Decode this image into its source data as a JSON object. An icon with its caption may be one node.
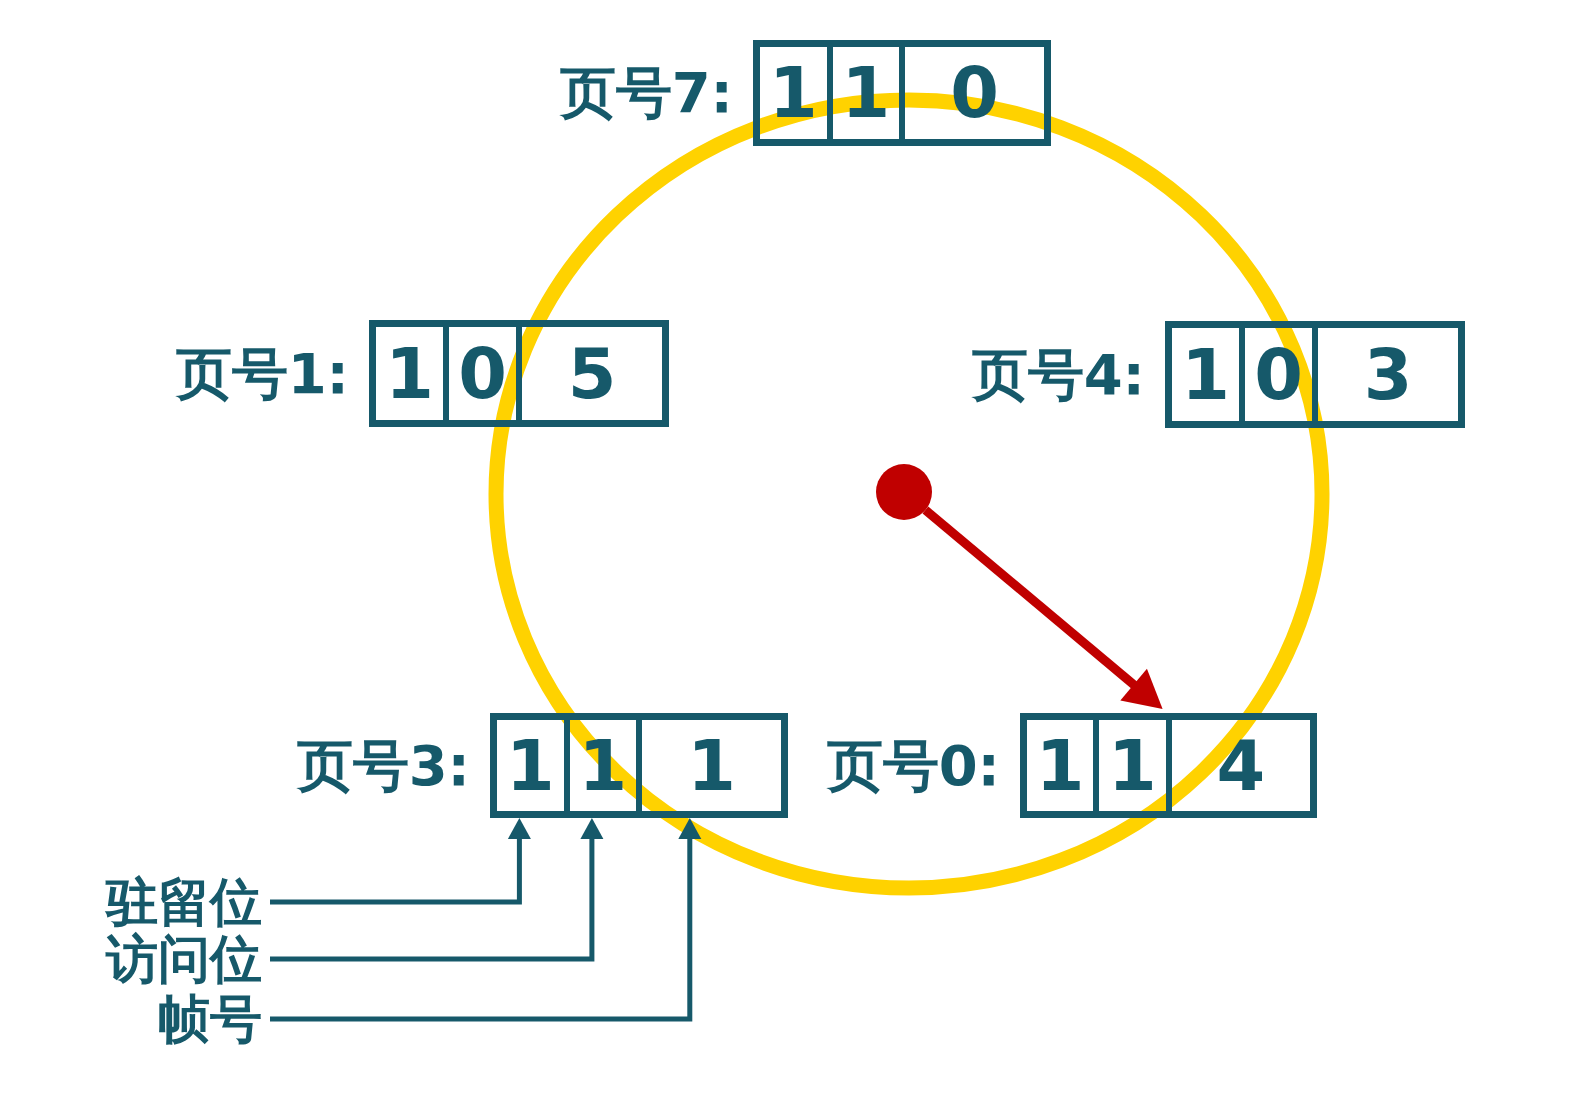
{
  "diagram": {
    "nodes": [
      {
        "text": [
          "页号7:"
        ]
      },
      {
        "text": [
          "1"
        ],
        "in": 0
      },
      {
        "text": [
          "1"
        ],
        "in": 0
      },
      {
        "text": [
          "0"
        ],
        "in": 0
      },
      {
        "text": [
          "页号1:"
        ]
      },
      {
        "text": [
          "1"
        ],
        "in": 4
      },
      {
        "text": [
          "0"
        ],
        "in": 4
      },
      {
        "text": [
          "5"
        ],
        "in": 4
      },
      {
        "text": [
          "页号4:"
        ]
      },
      {
        "text": [
          "1"
        ],
        "in": 8
      },
      {
        "text": [
          "0"
        ],
        "in": 8
      },
      {
        "text": [
          "3"
        ],
        "in": 8
      },
      {
        "text": [],
        "shape": "circle"
      },
      {
        "text": [
          "页号3:"
        ]
      },
      {
        "text": [
          "1"
        ],
        "in": 13
      },
      {
        "text": [
          "1"
        ],
        "in": 13
      },
      {
        "text": [
          "1"
        ],
        "in": 13
      },
      {
        "text": [
          "页号0:"
        ]
      },
      {
        "text": [
          "1"
        ],
        "in": 17
      },
      {
        "text": [
          "1"
        ],
        "in": 17
      },
      {
        "text": [
          "4"
        ],
        "in": 17
      },
      {
        "text": [
          "驻留位"
        ]
      },
      {
        "text": [
          "访问位"
        ]
      },
      {
        "text": [
          "帧号"
        ]
      }
    ],
    "edges": [
      {
        "from": 12,
        "to": 17,
        "arrow": "to",
        "style": "thick",
        "color": "#c00000"
      },
      {
        "from": 21,
        "to": 14,
        "arrow": "to"
      },
      {
        "from": 22,
        "to": 15,
        "arrow": "to"
      },
      {
        "from": 23,
        "to": 16,
        "arrow": "to"
      }
    ]
  }
}
